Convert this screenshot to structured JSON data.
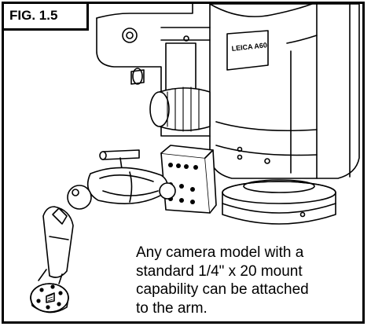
{
  "figure": {
    "label": "FIG. 1.5",
    "brand_text": "LEICA A60",
    "caption_lines": [
      "Any camera model with a",
      "standard 1/4\" x 20 mount",
      "capability can be attached",
      "to the arm."
    ]
  },
  "colors": {
    "line": "#000000",
    "background": "#ffffff",
    "shade": "#1a1a1a"
  }
}
